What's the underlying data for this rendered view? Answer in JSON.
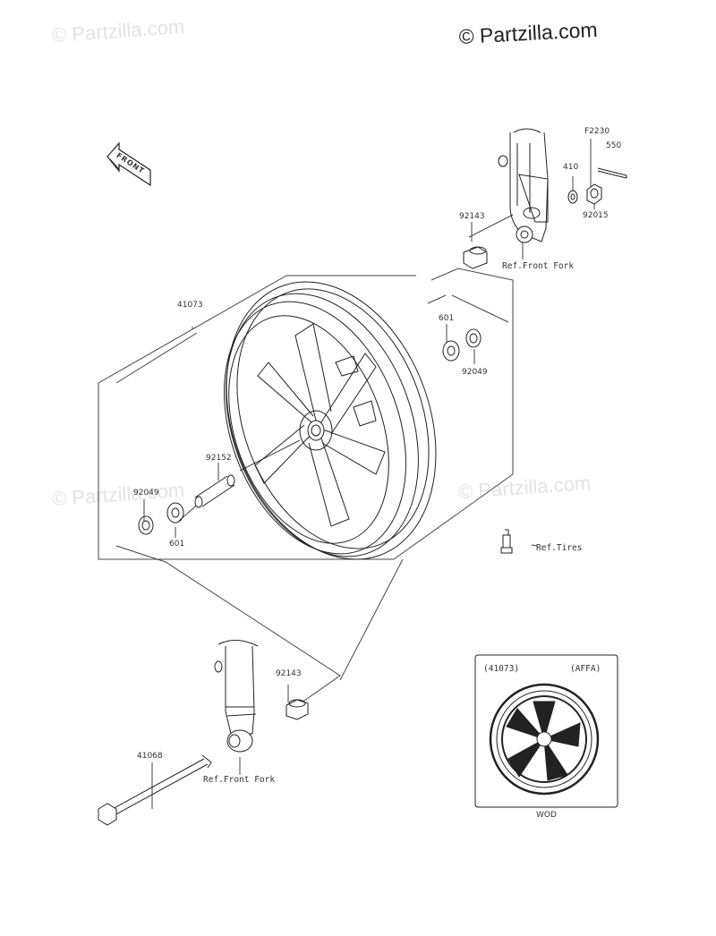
{
  "brand": {
    "text": "© Partzilla.com"
  },
  "watermarks": {
    "top_left": "© Partzilla.com",
    "mid_left": "© Partzilla.com",
    "mid_right": "© Partzilla.com"
  },
  "diagram_code": "F2230",
  "direction_label": "FRONT",
  "parts": {
    "p550": "550",
    "p410": "410",
    "p92015": "92015",
    "p92143_top": "92143",
    "p41073": "41073",
    "p601_right": "601",
    "p92049_right": "92049",
    "p92152": "92152",
    "p92049_left": "92049",
    "p601_left": "601",
    "p92143_bottom": "92143",
    "p41068": "41068"
  },
  "refs": {
    "front_fork_top": "Ref.Front Fork",
    "tires": "Ref.Tires",
    "front_fork_bottom": "Ref.Front Fork"
  },
  "inset": {
    "part_number": "(41073)",
    "color_code": "(AFFA)",
    "caption": "WOD"
  }
}
